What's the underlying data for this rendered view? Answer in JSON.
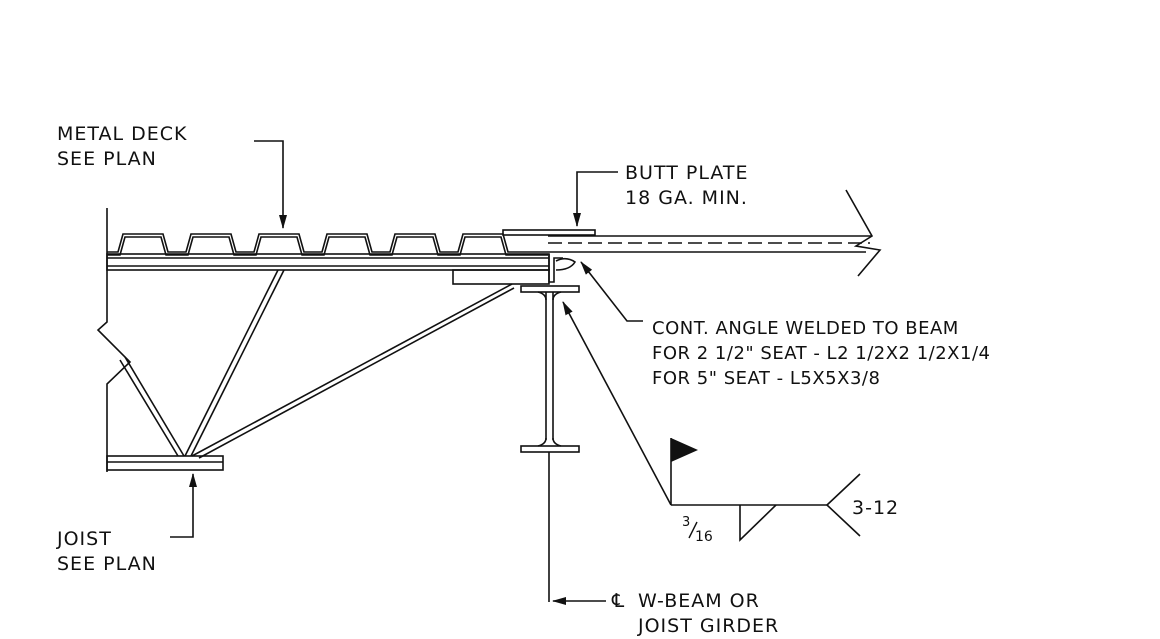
{
  "labels": {
    "metal_deck": [
      "METAL DECK",
      "SEE PLAN"
    ],
    "butt_plate": [
      "BUTT PLATE",
      "18 GA. MIN."
    ],
    "angle": [
      "CONT. ANGLE WELDED TO BEAM",
      "FOR 2 1/2\" SEAT - L2 1/2x2 1/2x1/4",
      "FOR 5\" SEAT - L5x5x3/8"
    ],
    "joist": [
      "JOIST",
      "SEE PLAN"
    ],
    "centerline": [
      "W-BEAM OR",
      "JOIST GIRDER"
    ],
    "weld_length": "3-12",
    "weld_size": {
      "num": "3",
      "den": "16"
    },
    "centerline_symbol": "℄"
  },
  "colors": {
    "line": "#111111",
    "background": "#ffffff"
  }
}
